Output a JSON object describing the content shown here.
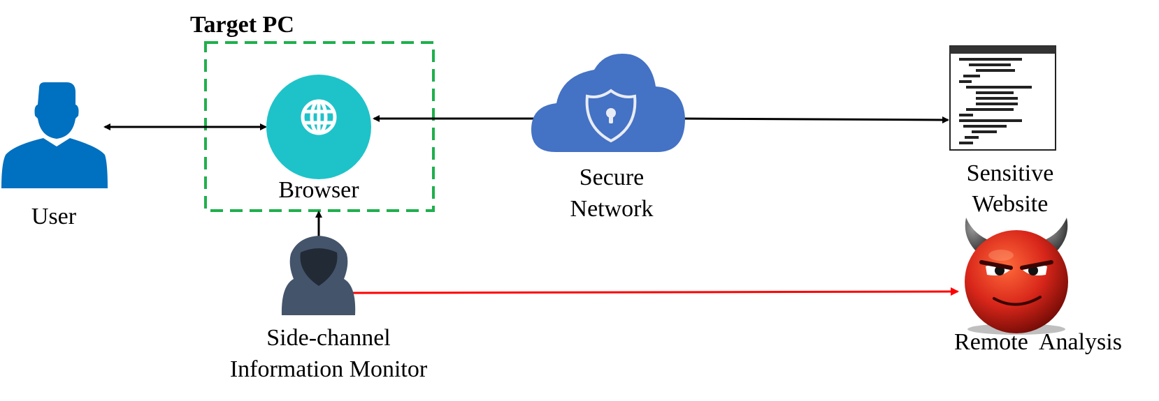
{
  "title": "Target PC",
  "nodes": {
    "user": {
      "label": "User"
    },
    "browser": {
      "label": "Browser"
    },
    "network": {
      "line1": "Secure",
      "line2": "Network"
    },
    "website": {
      "line1": "Sensitive",
      "line2": "Website"
    },
    "monitor": {
      "line1": "Side-channel",
      "line2": "Information Monitor"
    },
    "remote": {
      "label": "Remote  Analysis"
    }
  },
  "colors": {
    "user": "#0070c0",
    "browser": "#1ec3c9",
    "cloud": "#4472c4",
    "hacker": "#44546a",
    "dashed_box": "#1fb04c",
    "leak_arrow": "#ff0000",
    "arrow": "#000000"
  },
  "icons": {
    "user": "user-silhouette-icon",
    "browser": "globe-icon",
    "network": "shield-lock-cloud-icon",
    "website": "code-document-icon",
    "monitor": "hooded-hacker-icon",
    "remote": "devil-face-icon"
  }
}
